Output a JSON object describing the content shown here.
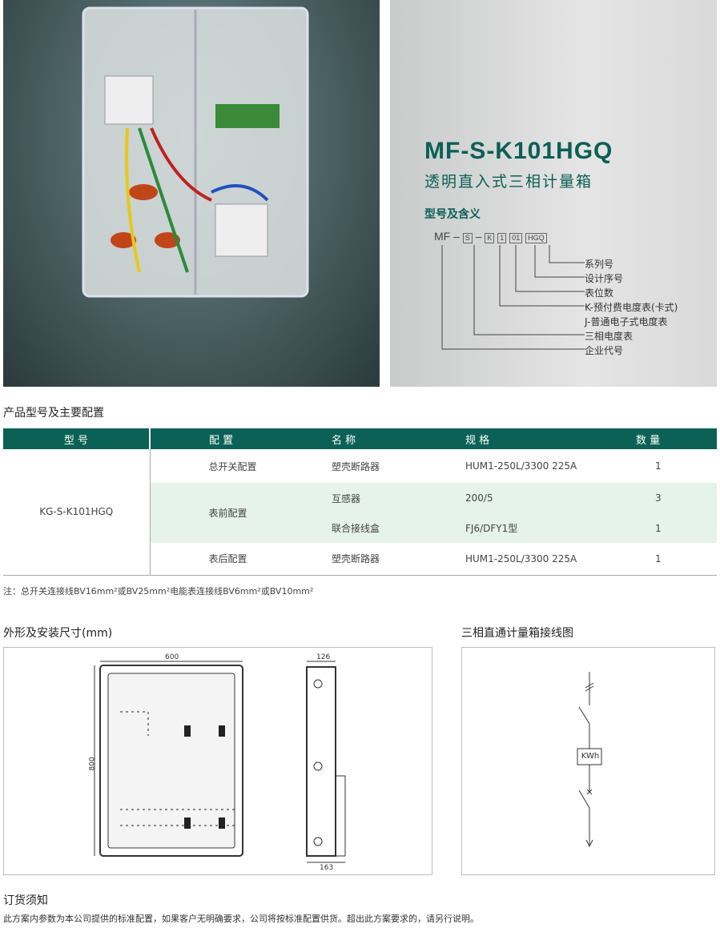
{
  "product": {
    "model": "MF-S-K101HGQ",
    "name": "透明直入式三相计量箱"
  },
  "model_meaning": {
    "heading": "型号及含义",
    "prefix": "MF",
    "parts": [
      "S",
      "K",
      "1",
      "01",
      "HGQ"
    ],
    "labels": [
      "系列号",
      "设计序号",
      "表位数",
      "K-预付费电度表(卡式)",
      "J-普通电子式电度表",
      "三相电度表",
      "企业代号"
    ]
  },
  "config": {
    "heading": "产品型号及主要配置",
    "headers": [
      "型 号",
      "配 置",
      "名 称",
      "规 格",
      "数 量"
    ],
    "model": "KG-S-K101HGQ",
    "rows": [
      {
        "config": "总开关配置",
        "name": "塑壳断路器",
        "spec": "HUM1-250L/3300 225A",
        "qty": "1"
      },
      {
        "config": "表前配置",
        "name": "互感器",
        "spec": "200/5",
        "qty": "3"
      },
      {
        "config": "",
        "name": "联合接线盒",
        "spec": "FJ6/DFY1型",
        "qty": "1"
      },
      {
        "config": "表后配置",
        "name": "塑壳断路器",
        "spec": "HUM1-250L/3300 225A",
        "qty": "1"
      }
    ],
    "note": "注：总开关连接线BV16mm²或BV25mm²电能表连接线BV6mm²或BV10mm²"
  },
  "dimensions": {
    "heading": "外形及安装尺寸(mm)",
    "width": "600",
    "height": "800",
    "depth_top": "126",
    "depth_bottom": "163"
  },
  "wiring": {
    "heading": "三相直通计量箱接线图",
    "meter": "KWh"
  },
  "order": {
    "heading": "订货须知",
    "text": "此方案内参数为本公司提供的标准配置，如果客户无明确要求，公司将按标准配置供货。超出此方案要求的，请另行说明。"
  }
}
